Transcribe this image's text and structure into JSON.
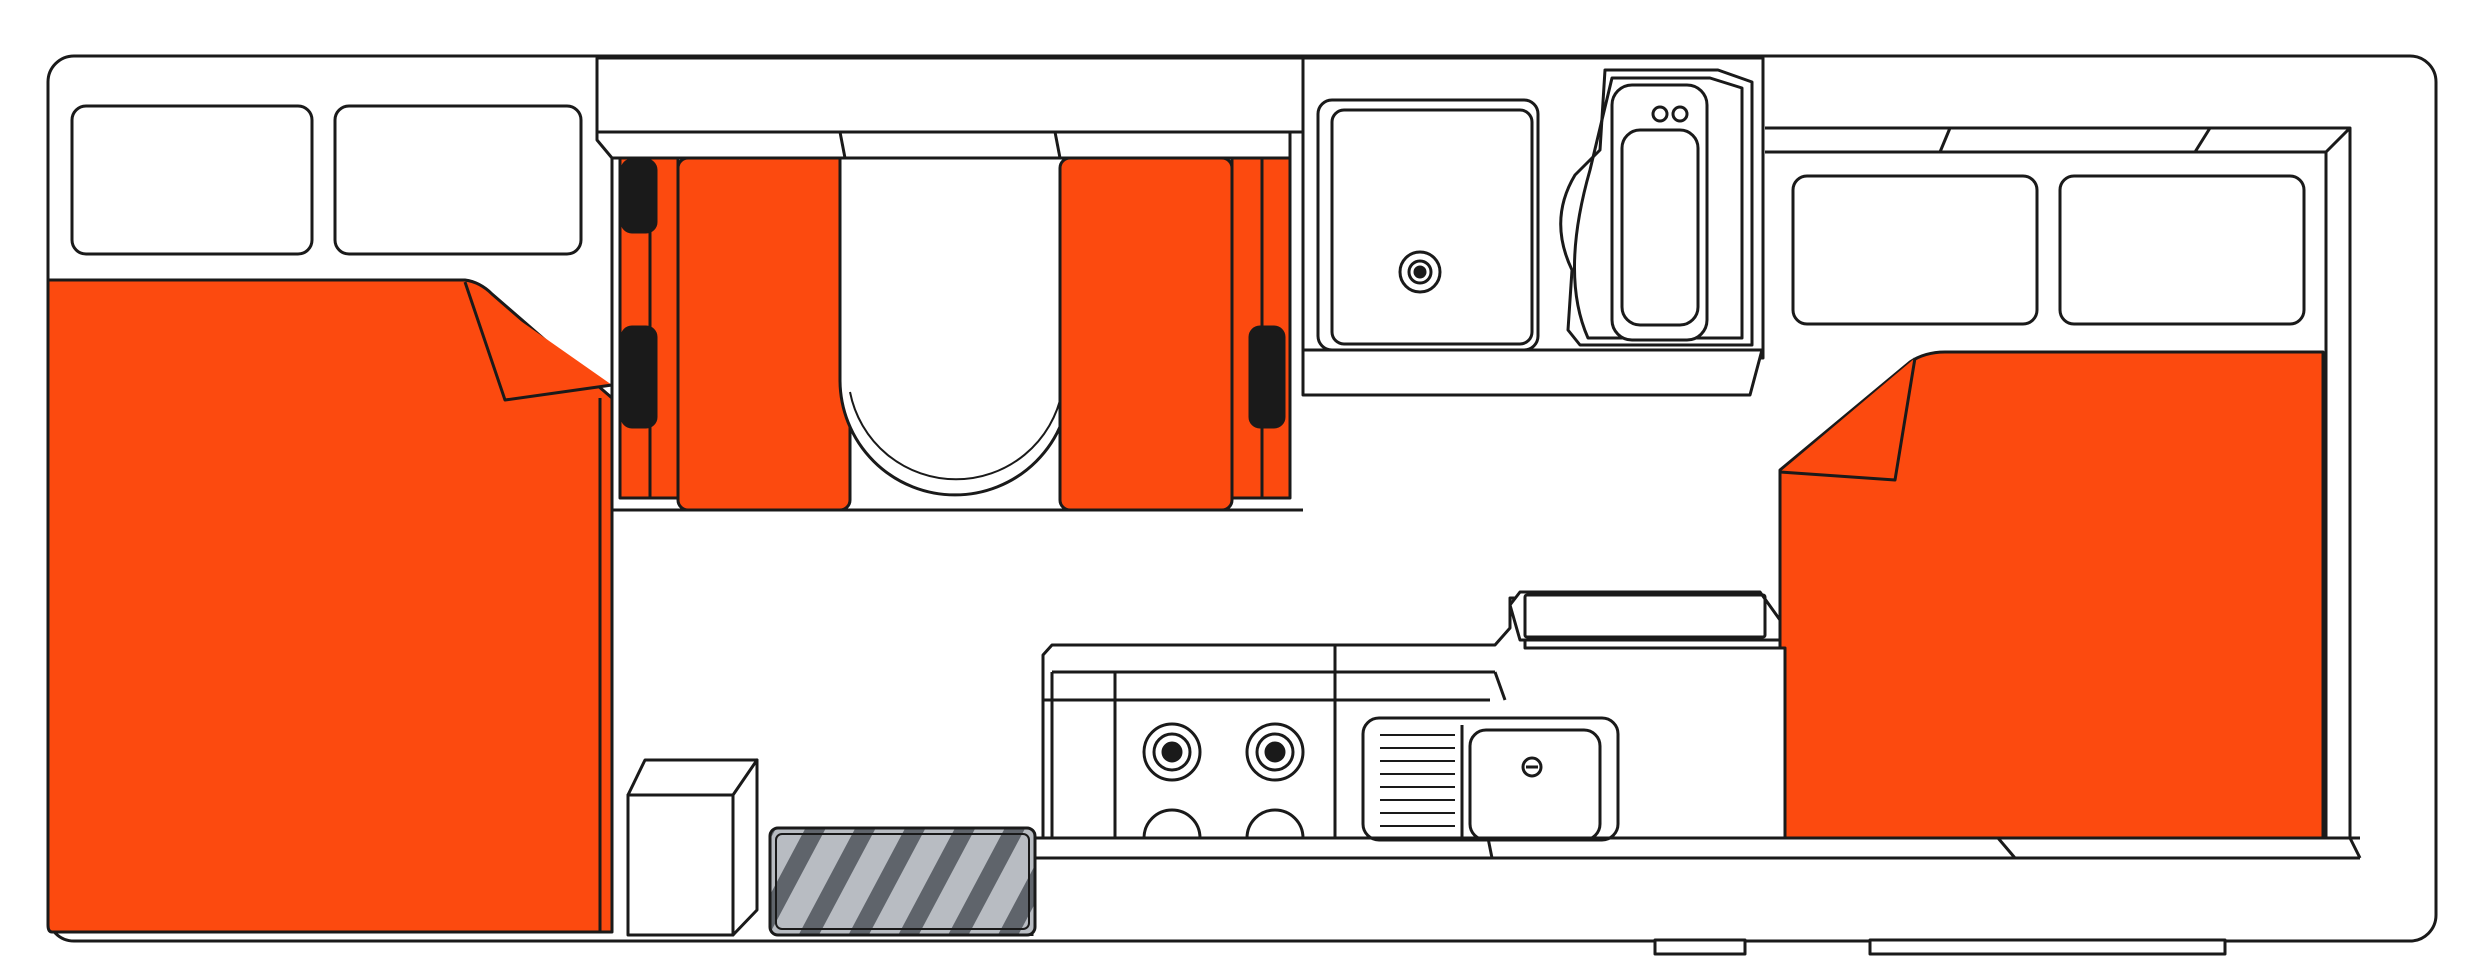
{
  "colors": {
    "cushion": "#FC4A0F",
    "outline": "#1a1a1a",
    "wall": "#ffffff",
    "mat_light": "#b8bcc2",
    "mat_dark": "#5f646b",
    "background": "#ffffff"
  },
  "features": {
    "rear_bed": "bed",
    "front_bed": "bed",
    "dinette": "dinette",
    "table": "table",
    "bathroom": "bathroom",
    "toilet": "toilet",
    "shower_drain": "drain",
    "cooktop": "cooktop",
    "kitchen_sink": "sink",
    "fridge": "fridge",
    "entry_mat": "mat",
    "side_step": "step"
  }
}
